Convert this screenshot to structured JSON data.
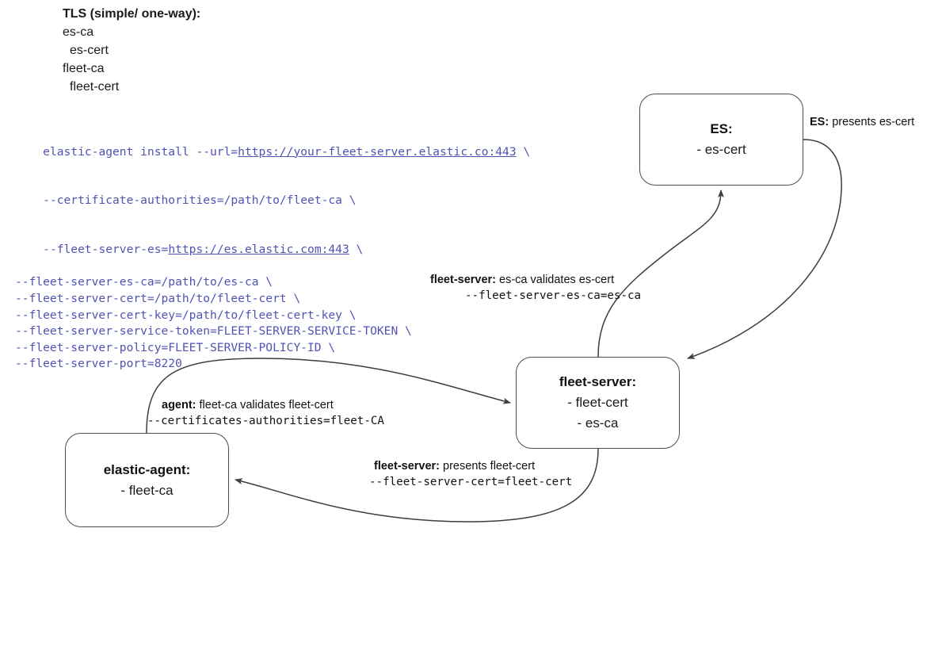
{
  "notes": {
    "lines": [
      {
        "text": "TLS (simple/ one-way):",
        "bold": true,
        "indent": false
      },
      {
        "text": "es-ca",
        "bold": false,
        "indent": false
      },
      {
        "text": "es-cert",
        "bold": false,
        "indent": true
      },
      {
        "text": "fleet-ca",
        "bold": false,
        "indent": false
      },
      {
        "text": "fleet-cert",
        "bold": false,
        "indent": true
      }
    ]
  },
  "command": {
    "color": "#4f53b5",
    "lines": [
      {
        "pre": "elastic-agent install --url=",
        "url": "https://your-fleet-server.elastic.co:443",
        "post": " \\"
      },
      {
        "pre": "--certificate-authorities=/path/to/fleet-ca \\",
        "url": "",
        "post": ""
      },
      {
        "pre": "--fleet-server-es=",
        "url": "https://es.elastic.com:443",
        "post": " \\"
      },
      {
        "pre": "--fleet-server-es-ca=/path/to/es-ca \\",
        "url": "",
        "post": ""
      },
      {
        "pre": "--fleet-server-cert=/path/to/fleet-cert \\",
        "url": "",
        "post": ""
      },
      {
        "pre": "--fleet-server-cert-key=/path/to/fleet-cert-key \\",
        "url": "",
        "post": ""
      },
      {
        "pre": "--fleet-server-service-token=FLEET-SERVER-SERVICE-TOKEN \\",
        "url": "",
        "post": ""
      },
      {
        "pre": "--fleet-server-policy=FLEET-SERVER-POLICY-ID \\",
        "url": "",
        "post": ""
      },
      {
        "pre": "--fleet-server-port=8220",
        "url": "",
        "post": ""
      }
    ]
  },
  "nodes": {
    "es": {
      "title": "ES:",
      "items": [
        "- es-cert"
      ]
    },
    "fleet_server": {
      "title": "fleet-server:",
      "items": [
        "- fleet-cert",
        "- es-ca"
      ]
    },
    "elastic_agent": {
      "title": "elastic-agent:",
      "items": [
        "- fleet-ca"
      ]
    }
  },
  "edge_labels": {
    "es_presents": {
      "actor": "ES:",
      "prose": " presents es-cert",
      "code": ""
    },
    "fleet_server_validates": {
      "actor": "fleet-server:",
      "prose": " es-ca validates es-cert",
      "code": "--fleet-server-es-ca=es-ca"
    },
    "agent_validates": {
      "actor": "agent:",
      "prose": " fleet-ca validates fleet-cert",
      "code": "--certificates-authorities=fleet-CA"
    },
    "fleet_server_presents": {
      "actor": "fleet-server:",
      "prose": " presents fleet-cert",
      "code": "--fleet-server-cert=fleet-cert"
    }
  },
  "style": {
    "edge_color": "#3d3d3d",
    "node_border": "#4d4d4d",
    "text_color": "#111111"
  }
}
